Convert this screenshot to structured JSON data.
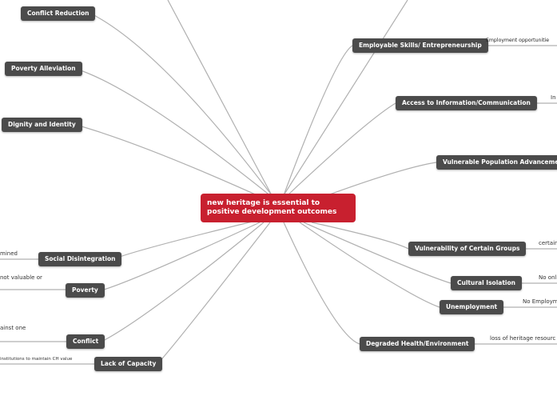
{
  "center": {
    "title": "new heritage is essential to positive development outcomes",
    "color": "#c8202f"
  },
  "left_nodes": [
    {
      "label": "Conflict Reduction"
    },
    {
      "label": "Poverty Alleviation"
    },
    {
      "label": "Dignity and Identity"
    },
    {
      "label": "Social Disintegration",
      "leaf": "mined"
    },
    {
      "label": "Poverty",
      "leaf": "not valuable or"
    },
    {
      "label": "Conflict",
      "leaf": "ainst one"
    },
    {
      "label": "Lack of Capacity",
      "leaf": "institutions to maintain CH value"
    }
  ],
  "right_nodes": [
    {
      "label": "Employable Skills/ Entrepreneurship",
      "leaf": "Employment opportunitie"
    },
    {
      "label": "Access to Information/Communication",
      "leaf": "In"
    },
    {
      "label": "Vulnerable Population Advancement"
    },
    {
      "label": "Vulnerability of Certain Groups",
      "leaf": "certain"
    },
    {
      "label": "Cultural Isolation",
      "leaf": "No onl"
    },
    {
      "label": "Unemployment",
      "leaf": "No Employm"
    },
    {
      "label": "Degraded Health/Environment",
      "leaf": "loss of heritage resourc"
    }
  ]
}
